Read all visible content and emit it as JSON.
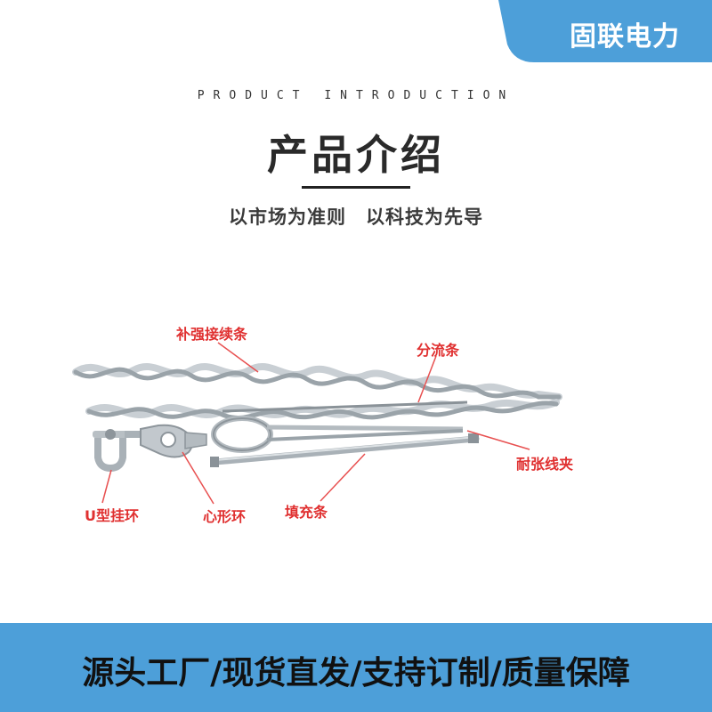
{
  "brand": {
    "name": "固联电力"
  },
  "header": {
    "subtitle_en": "PRODUCT INTRODUCTION",
    "title_cn": "产品介绍",
    "slogan_left": "以市场为准则",
    "slogan_right": "以科技为先导"
  },
  "products": {
    "labels": {
      "reinforcing_splice": "补强接续条",
      "shunt_rod": "分流条",
      "tension_clamp": "耐张线夹",
      "u_clevis": "U型挂环",
      "thimble": "心形环",
      "filler_rod": "填充条"
    }
  },
  "footer": {
    "banner": "源头工厂/现货直发/支持订制/质量保障"
  },
  "colors": {
    "brand_blue": "#4d9fd9",
    "label_red": "#e03030",
    "leader_red": "#e85050"
  }
}
